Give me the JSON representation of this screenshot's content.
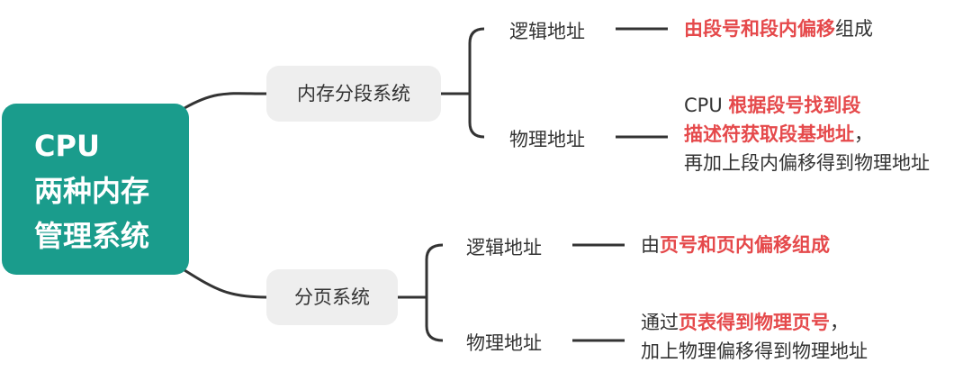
{
  "root": {
    "line1": "CPU",
    "line2": "两种内存",
    "line3": "管理系统"
  },
  "branches": [
    {
      "label": "内存分段系统",
      "children": [
        {
          "label": "逻辑地址",
          "desc": [
            [
              {
                "text": "由段号和段内偏移",
                "hl": true
              },
              {
                "text": "组成",
                "hl": false
              }
            ]
          ]
        },
        {
          "label": "物理地址",
          "desc": [
            [
              {
                "text": "CPU ",
                "hl": false
              },
              {
                "text": "根据段号找到段",
                "hl": true
              }
            ],
            [
              {
                "text": "描述符获取段基地址",
                "hl": true
              },
              {
                "text": "，",
                "hl": false
              }
            ],
            [
              {
                "text": "再加上段内偏移得到物理地址",
                "hl": false
              }
            ]
          ]
        }
      ]
    },
    {
      "label": "分页系统",
      "children": [
        {
          "label": "逻辑地址",
          "desc": [
            [
              {
                "text": "由",
                "hl": false
              },
              {
                "text": "页号和页内偏移组成",
                "hl": true
              }
            ]
          ]
        },
        {
          "label": "物理地址",
          "desc": [
            [
              {
                "text": "通过",
                "hl": false
              },
              {
                "text": "页表得到物理页号",
                "hl": true
              },
              {
                "text": "，",
                "hl": false
              }
            ],
            [
              {
                "text": "加上物理偏移得到物理地址",
                "hl": false
              }
            ]
          ]
        }
      ]
    }
  ],
  "colors": {
    "accent": "#1a9c8c",
    "highlight": "#e5494b",
    "pill": "#eeeeee",
    "line": "#333333"
  }
}
